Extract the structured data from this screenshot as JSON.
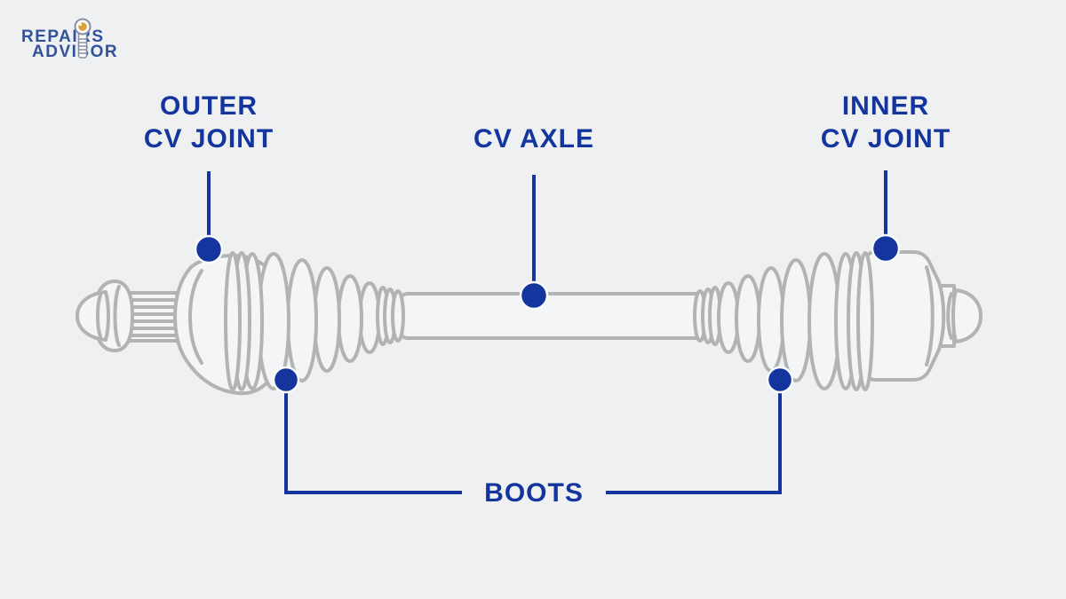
{
  "background": "#eef0f1",
  "colors": {
    "background": "#eef0f1",
    "accent_blue": "#14359d",
    "logo_blue": "#31529b",
    "diagram_gray": "#b1b3b4",
    "diagram_fill": "#f4f5f6",
    "bolt_gold": "#d9a43c"
  },
  "logo": {
    "line1": "REPAIRS",
    "line2": "ADVISOR"
  },
  "labels": {
    "outer_cv_joint": {
      "line1": "OUTER",
      "line2": "CV JOINT"
    },
    "cv_axle": "CV AXLE",
    "inner_cv_joint": {
      "line1": "INNER",
      "line2": "CV JOINT"
    },
    "boots": "BOOTS"
  }
}
